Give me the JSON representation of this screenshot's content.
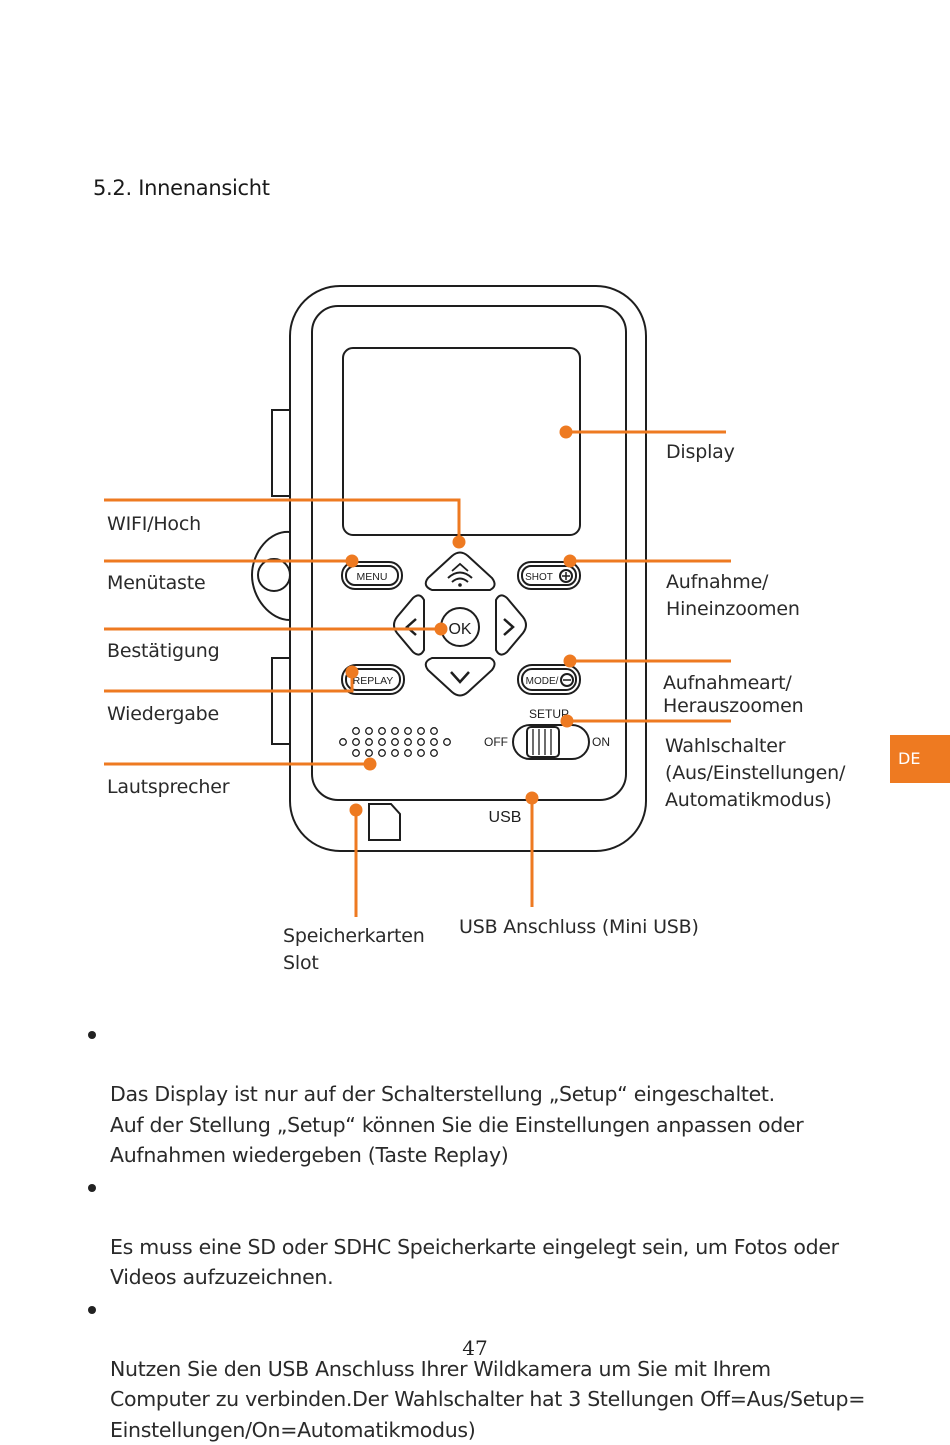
{
  "section_title": "5.2. Innenansicht",
  "diagram": {
    "device_labels": {
      "menu": "MENU",
      "shot": "SHOT",
      "ok": "OK",
      "replay": "REPLAY",
      "mode": "MODE/",
      "setup": "SETUP",
      "off": "OFF",
      "on": "ON",
      "usb": "USB"
    },
    "callouts": {
      "display": "Display",
      "wifi_up": "WIFI/Hoch",
      "menu_key": "Menütaste",
      "confirm": "Bestätigung",
      "playback": "Wiedergabe",
      "speaker": "Lautsprecher",
      "shot_zoom_in": "Aufnahme/\nHineinzoomen",
      "mode_zoom_out": "Aufnahmeart/\nHerauszoomen",
      "selector": "Wahlschalter\n(Aus/Einstellungen/\nAutomatikmodus)",
      "card_slot": "Speicherkarten\nSlot",
      "usb_port": "USB Anschluss (Mini USB)"
    },
    "accent_color": "#ee7a21"
  },
  "side_tab": "DE",
  "bullets": [
    "Das Display ist nur auf der Schalterstellung „Setup“ eingeschaltet.\nAuf der Stellung „Setup“ können Sie die Einstellungen anpassen oder\nAufnahmen wiedergeben (Taste Replay)",
    "Es muss eine SD oder SDHC Speicherkarte eingelegt sein, um Fotos oder\nVideos aufzuzeichnen.",
    "Nutzen Sie den USB Anschluss Ihrer Wildkamera um Sie mit Ihrem\nComputer zu verbinden.Der Wahlschalter hat 3 Stellungen Off=Aus/Setup=\nEinstellungen/On=Automatikmodus)"
  ],
  "page_number": "47"
}
